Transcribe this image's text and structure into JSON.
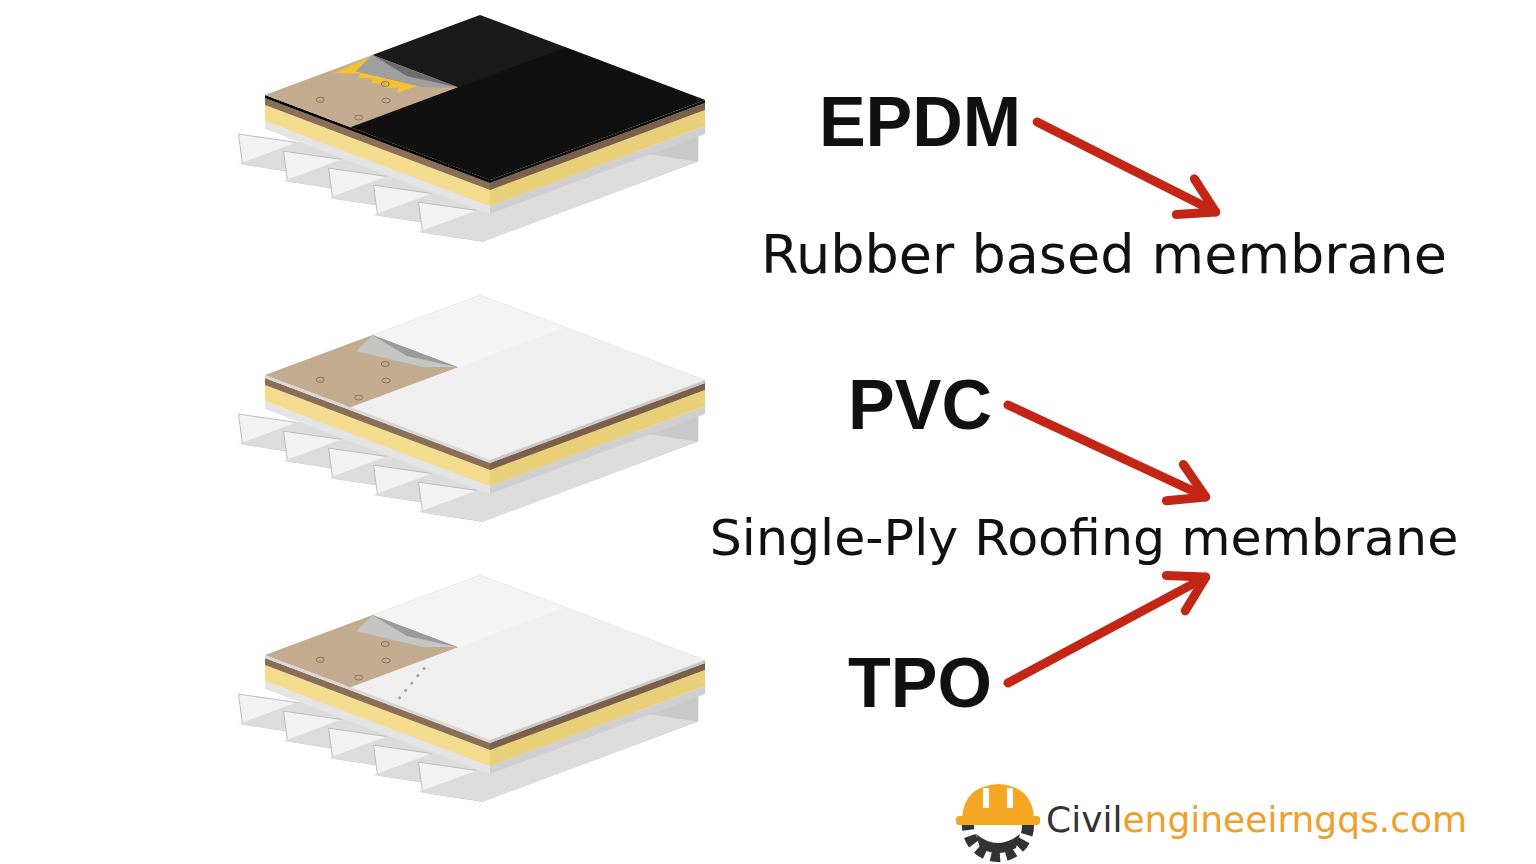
{
  "diagram": {
    "nodes": [
      {
        "text": [
          "EPDM"
        ]
      },
      {
        "text": [
          "Rubber based membrane"
        ]
      },
      {
        "text": [
          "PVC"
        ]
      },
      {
        "text": [
          "Single-Ply Roofing membrane"
        ]
      },
      {
        "text": [
          "TPO"
        ]
      }
    ],
    "edges": [
      {
        "from": 0,
        "to": 1,
        "arrow": "to"
      },
      {
        "from": 2,
        "to": 3,
        "arrow": "to"
      },
      {
        "from": 4,
        "to": 3,
        "arrow": "to"
      }
    ],
    "labels": [
      "Civil",
      "engineeirngqs.com"
    ]
  }
}
